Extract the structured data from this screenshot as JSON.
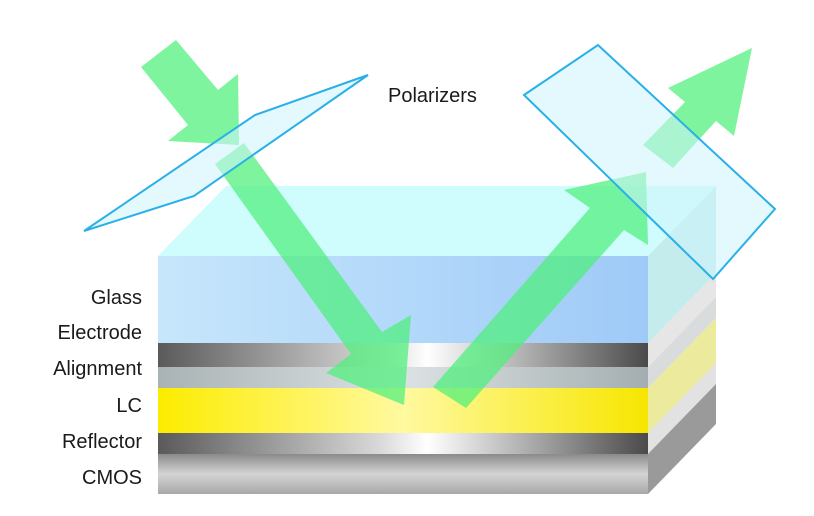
{
  "title": "Polarizers",
  "layers": [
    {
      "id": "glass",
      "label": "Glass"
    },
    {
      "id": "electrode",
      "label": "Electrode"
    },
    {
      "id": "alignment",
      "label": "Alignment"
    },
    {
      "id": "lc",
      "label": "LC"
    },
    {
      "id": "reflector",
      "label": "Reflector"
    },
    {
      "id": "cmos",
      "label": "CMOS"
    }
  ],
  "colors": {
    "glass_top": "#ccfdfd",
    "glass_front": "#a6cef8",
    "polarizer_fill": "#ccf4fb",
    "polarizer_stroke": "#2ab0e8",
    "light_arrow": "#4cf07a",
    "lc_yellow": "#fcee00",
    "metal": "#6a6a6a"
  }
}
